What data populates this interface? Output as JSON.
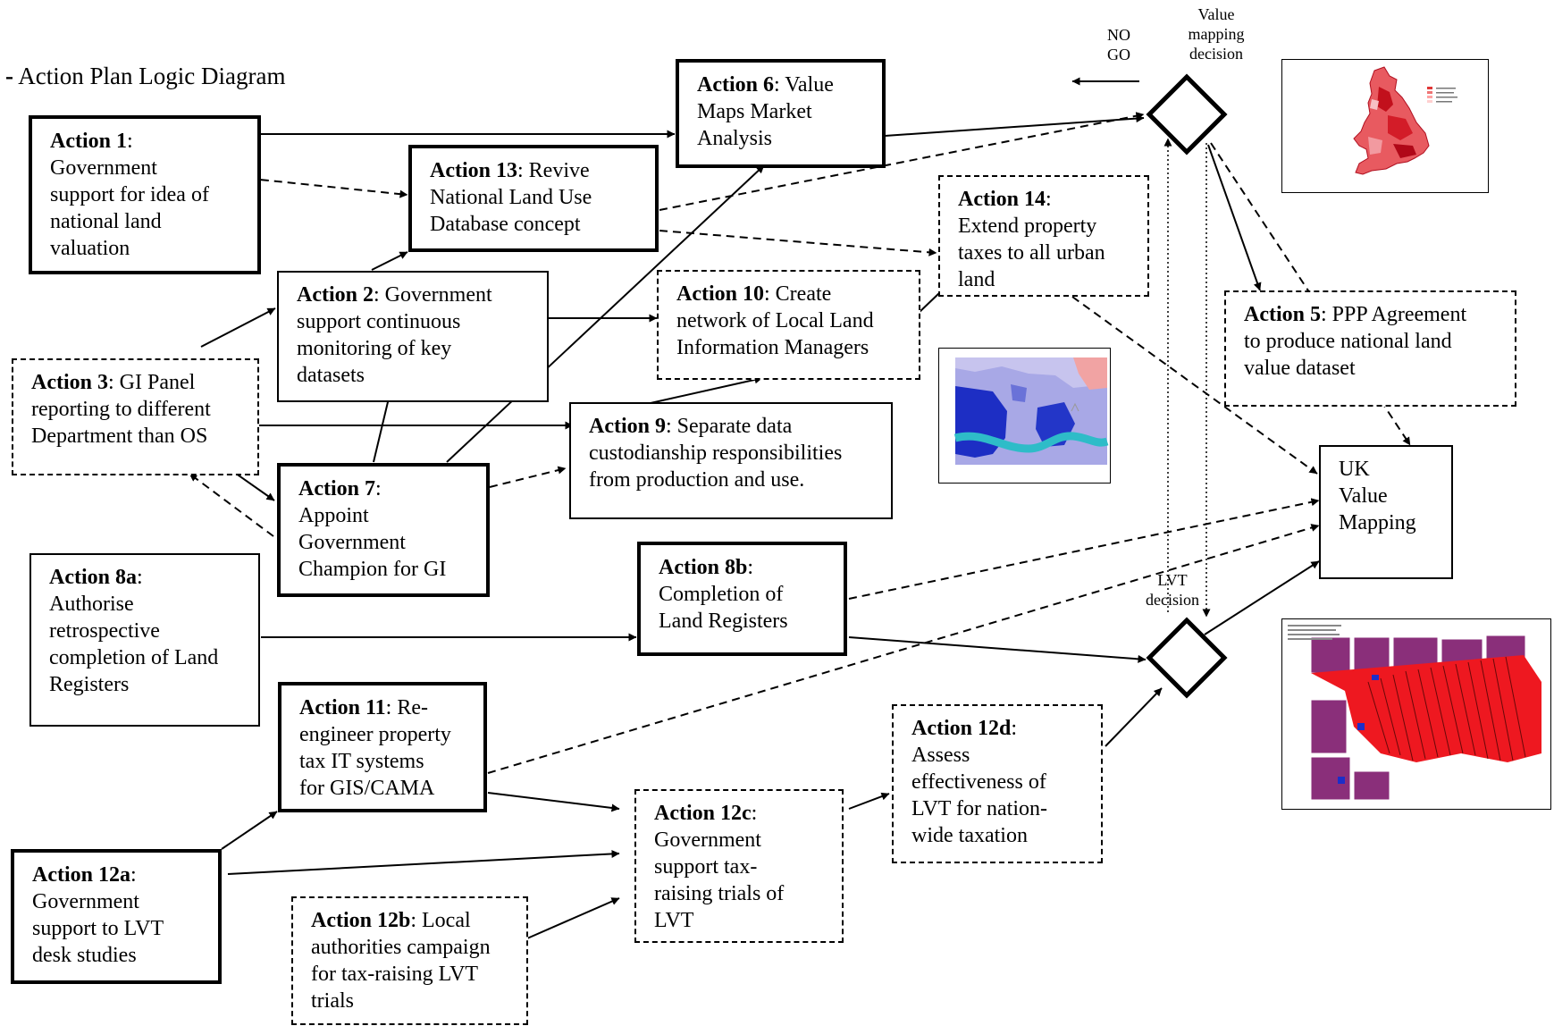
{
  "diagram": {
    "title_dash": "-",
    "title": "Action Plan Logic Diagram",
    "labels": {
      "no_go": "NO\nGO",
      "value_mapping_decision": "Value\nmapping\ndecision",
      "lvt_decision": "LVT\ndecision"
    },
    "nodes": {
      "a1": {
        "id": "Action 1",
        "text": ":\nGovernment\nsupport for idea of\nnational land\nvaluation"
      },
      "a13": {
        "id": "Action 13",
        "text": ": Revive\nNational Land Use\nDatabase concept"
      },
      "a6": {
        "id": "Action 6",
        "text": ": Value\nMaps Market\nAnalysis"
      },
      "a14": {
        "id": "Action 14",
        "text": ":\nExtend property\ntaxes to all urban\nland"
      },
      "a2": {
        "id": "Action 2",
        "text": ": Government\nsupport continuous\nmonitoring of key\ndatasets"
      },
      "a10": {
        "id": "Action 10",
        "text": ": Create\nnetwork of Local Land\nInformation Managers"
      },
      "a5": {
        "id": "Action 5",
        "text": ": PPP Agreement\nto produce national land\nvalue dataset"
      },
      "a3": {
        "id": "Action 3",
        "text": ": GI Panel\nreporting to different\nDepartment than OS"
      },
      "a9": {
        "id": "Action 9",
        "text": ": Separate data\ncustodianship responsibilities\nfrom production and use."
      },
      "a7": {
        "id": "Action 7",
        "text": ":\nAppoint\nGovernment\nChampion for GI"
      },
      "uk": {
        "id": "",
        "text": "UK\nValue\nMapping"
      },
      "a8a": {
        "id": "Action 8a",
        "text": ":\nAuthorise\nretrospective\ncompletion of Land\nRegisters"
      },
      "a8b": {
        "id": "Action 8b",
        "text": ":\nCompletion of\nLand Registers"
      },
      "a11": {
        "id": "Action 11",
        "text": ": Re-\nengineer property\ntax IT systems\nfor GIS/CAMA"
      },
      "a12d": {
        "id": "Action 12d",
        "text": ":\nAssess\neffectiveness of\nLVT for nation-\nwide taxation"
      },
      "a12c": {
        "id": "Action 12c",
        "text": ":\nGovernment\nsupport tax-\nraising trials of\nLVT"
      },
      "a12a": {
        "id": "Action 12a",
        "text": ":\nGovernment\nsupport to LVT\ndesk studies"
      },
      "a12b": {
        "id": "Action 12b",
        "text": ": Local\nauthorities campaign\nfor tax-raising LVT\ntrials"
      }
    },
    "images": {
      "england_map": "england-value-map-image",
      "river_map": "river-value-map-image",
      "parcel_map": "parcel-value-map-image"
    },
    "colors": {
      "line": "#000000",
      "red": "#e8141e",
      "purple": "#8a2f7a",
      "blue": "#1c2ec8",
      "teal": "#2fb8c4",
      "pink": "#f4a6a6"
    }
  }
}
